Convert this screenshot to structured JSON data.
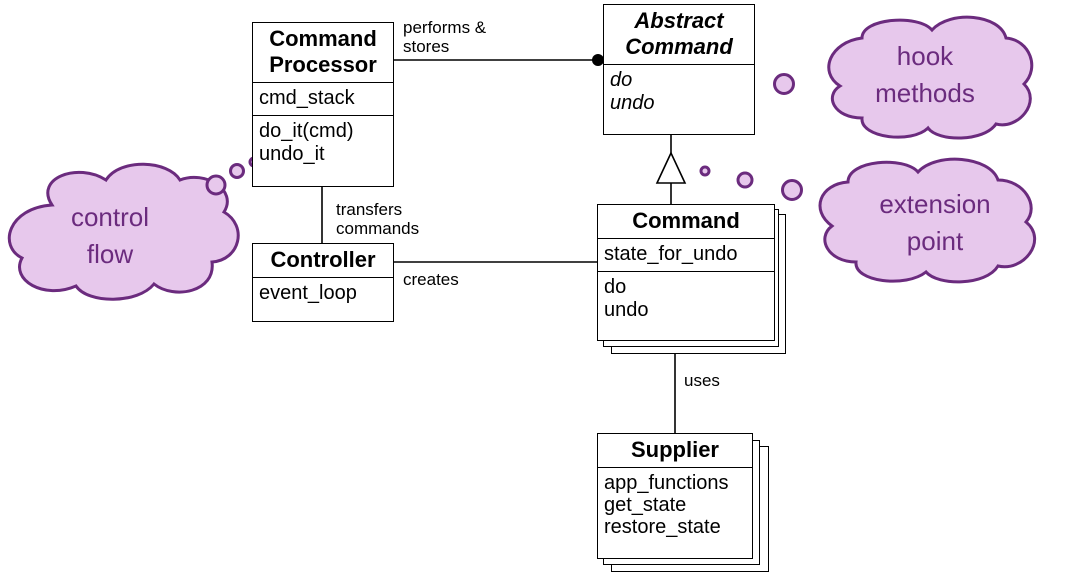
{
  "colors": {
    "cloud_fill": "#e7c8ec",
    "cloud_stroke": "#6b2b7e",
    "cloud_text": "#6b2b7e",
    "line": "#000000"
  },
  "classes": {
    "command_processor": {
      "title_lines": [
        "Command",
        "Processor"
      ],
      "attributes": [
        "cmd_stack"
      ],
      "methods": [
        "do_it(cmd)",
        "undo_it"
      ]
    },
    "abstract_command": {
      "title_lines": [
        "Abstract",
        "Command"
      ],
      "methods": [
        "do",
        "undo"
      ]
    },
    "controller": {
      "title": "Controller",
      "attributes": [
        "event_loop"
      ]
    },
    "command": {
      "title": "Command",
      "attributes": [
        "state_for_undo"
      ],
      "methods": [
        "do",
        "undo"
      ]
    },
    "supplier": {
      "title": "Supplier",
      "methods": [
        "app_functions",
        "get_state",
        "restore_state"
      ]
    }
  },
  "associations": {
    "performs_stores": [
      "performs &",
      "stores"
    ],
    "transfers_commands": [
      "transfers",
      "commands"
    ],
    "creates": "creates",
    "uses": "uses"
  },
  "clouds": {
    "control_flow": [
      "control",
      "flow"
    ],
    "hook_methods": [
      "hook",
      "methods"
    ],
    "extension_point": [
      "extension",
      "point"
    ]
  }
}
